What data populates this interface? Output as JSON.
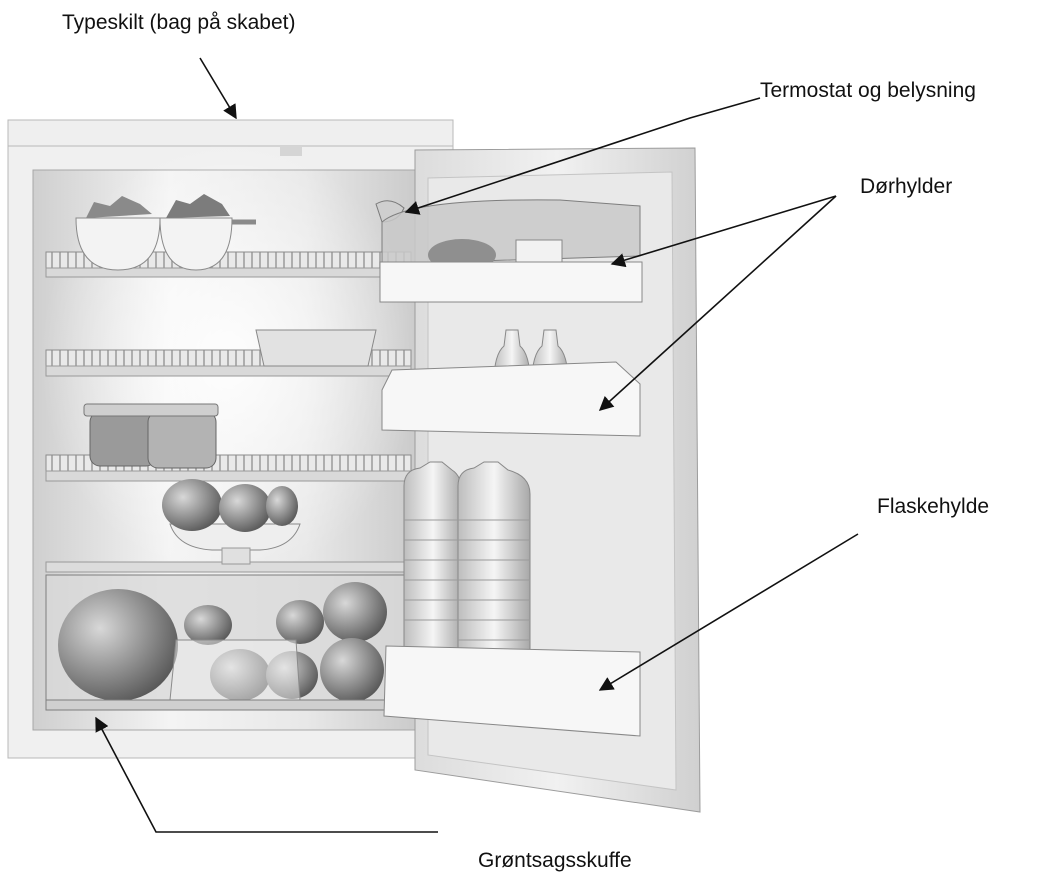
{
  "labels": {
    "typeskilt": "Typeskilt (bag på skabet)",
    "termostat": "Termostat og belysning",
    "dorhylder": "Dørhylder",
    "flaskehylde": "Flaskehylde",
    "grontsagsskuffe": "Grøntsagsskuffe"
  },
  "colors": {
    "line": "#111111",
    "cabinet": "#f2f2f2",
    "interior": "#e6e6e6",
    "shelf": "#d4d4d4",
    "accent_light": "#ffffff"
  }
}
